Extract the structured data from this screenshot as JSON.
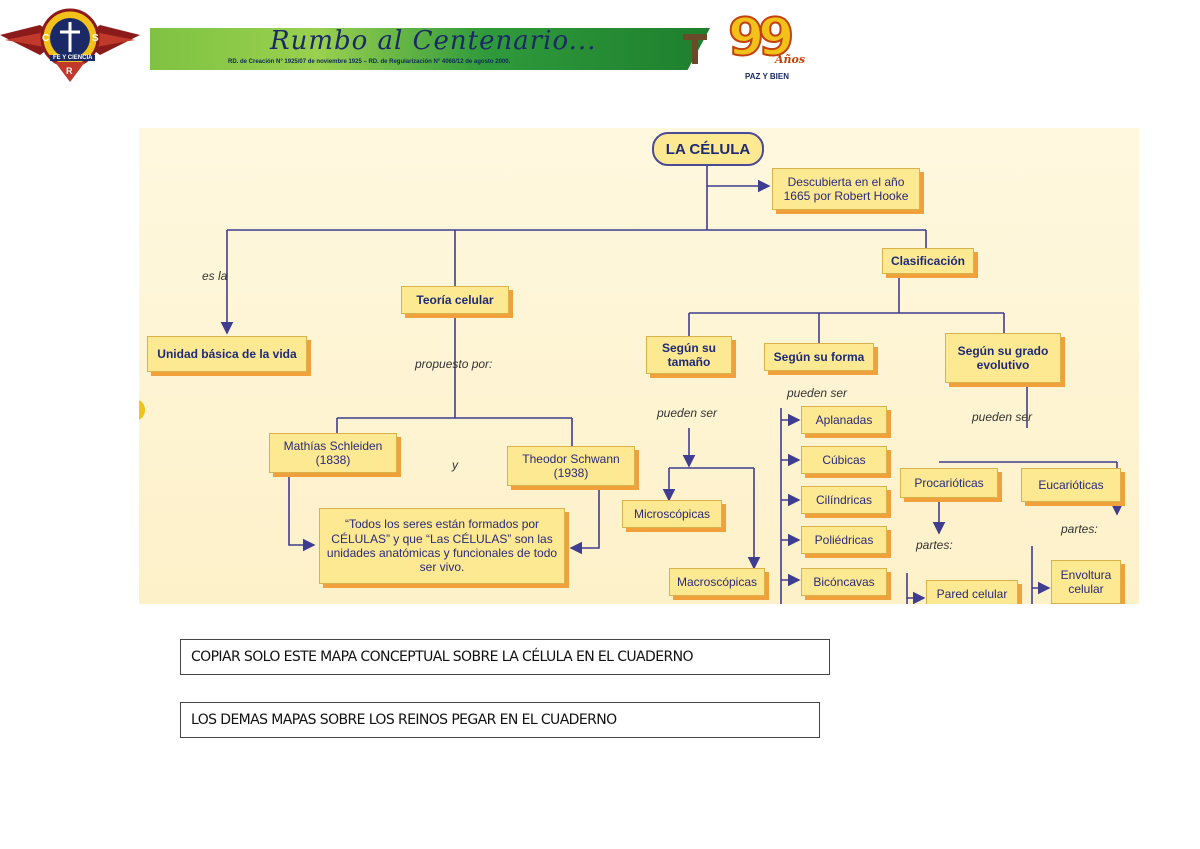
{
  "banner": {
    "motto": "Rumbo al Centenario...",
    "subtitle": "RD. de Creación N° 1925/07 de noviembre 1925 – RD. de Regularización N° 4068/12 de agosto 2000.",
    "emblem_text": "FE Y CIENCIA",
    "emblem_letters": [
      "C",
      "S",
      "R"
    ],
    "anniversary_number": "99",
    "anniversary_word": "Años",
    "anniversary_motto": "PAZ Y BIEN"
  },
  "concept_map": {
    "root": "LA CÉLULA",
    "discovered": "Descubierta en el año 1665 por Robert Hooke",
    "link_es_la": "es la",
    "unidad": "Unidad básica de la vida",
    "teoria": "Teoría celular",
    "link_propuesto": "propuesto por:",
    "schleiden": "Mathías Schleiden (1838)",
    "link_y": "y",
    "schwann": "Theodor Schwann (1938)",
    "teoria_text": "“Todos los seres están formados por CÉLULAS” y que “Las CÉLULAS” son las unidades anatómicas y funcionales de todo ser vivo.",
    "clasificacion": "Clasificación",
    "segun_tamano": "Según su tamaño",
    "segun_forma": "Según su forma",
    "segun_grado": "Según su grado evolutivo",
    "link_pueden_ser_1": "pueden ser",
    "link_pueden_ser_2": "pueden ser",
    "link_pueden_ser_3": "pueden ser",
    "microscopicas": "Microscópicas",
    "macroscopicas": "Macroscópicas",
    "formas": [
      "Aplanadas",
      "Cúbicas",
      "Cilíndricas",
      "Poliédricas",
      "Bicóncavas"
    ],
    "procariotas": "Procarióticas",
    "eucariotas": "Eucarióticas",
    "link_partes_1": "partes:",
    "link_partes_2": "partes:",
    "pared": "Pared celular",
    "envoltura": "Envoltura celular"
  },
  "instructions": {
    "first": "COPIAR SOLO  ESTE  MAPA CONCEPTUAL SOBRE LA CÉLULA EN EL CUADERNO",
    "second": "LOS DEMAS MAPAS SOBRE LOS REINOS PEGAR EN EL CUADERNO"
  },
  "colors": {
    "node_fill": "#fde992",
    "node_shadow": "#f0a13b",
    "line": "#3f3d8f",
    "panel": "#fdf1c9"
  }
}
